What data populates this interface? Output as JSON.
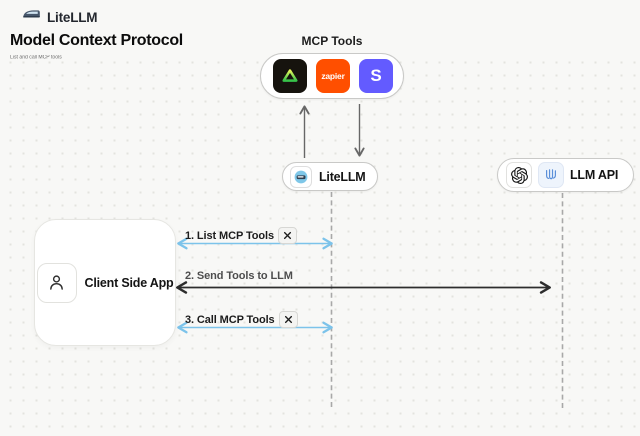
{
  "brand": {
    "name": "LiteLLM"
  },
  "heading": {
    "title": "Model Context Protocol",
    "subtitle": "List and call MCP tools"
  },
  "mcp_group": {
    "label": "MCP Tools",
    "tools": [
      {
        "name": "triangle-tool",
        "text": ""
      },
      {
        "name": "zapier",
        "text": "zapier"
      },
      {
        "name": "stripe",
        "text": "S"
      }
    ]
  },
  "nodes": {
    "litellm": {
      "label": "LiteLLM"
    },
    "llm_api": {
      "label": "LLM API"
    },
    "client": {
      "label": "Client Side App"
    }
  },
  "sequence": {
    "steps": [
      {
        "label": "1. List MCP Tools",
        "tool_icon": true
      },
      {
        "label": "2. Send Tools to LLM",
        "tool_icon": false
      },
      {
        "label": "3. Call MCP Tools",
        "tool_icon": true
      }
    ]
  },
  "colors": {
    "background": "#f8f8f6",
    "blue_arrow": "#7cc3ea",
    "dark_arrow": "#2d2d2d",
    "gray_arrow": "#676767",
    "dashed_line": "#a8a8a8",
    "zapier": "#ff4f00",
    "stripe": "#635bff",
    "tool_black": "#16130e",
    "litellm_blue": "#7fc7e8"
  }
}
